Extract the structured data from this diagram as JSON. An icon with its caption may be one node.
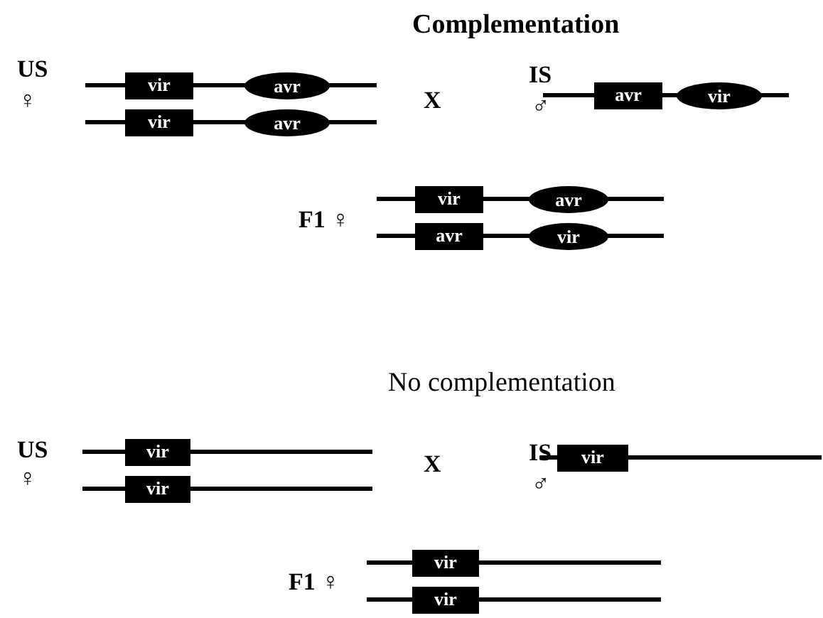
{
  "diagram": {
    "nodes": [
      {
        "text": [
          "vir"
        ]
      },
      {
        "text": [
          "avr"
        ]
      },
      {
        "text": [
          "avr"
        ]
      },
      {
        "text": [
          "vir"
        ]
      },
      {
        "text": [
          "vir"
        ]
      },
      {
        "text": [
          "avr"
        ]
      },
      {
        "text": [
          "vir"
        ]
      },
      {
        "text": [
          "avr"
        ]
      },
      {
        "text": [
          "avr"
        ]
      },
      {
        "text": [
          "vir"
        ]
      },
      {
        "text": [
          "vir"
        ]
      },
      {
        "text": [
          "vir"
        ]
      },
      {
        "text": [
          "vir"
        ]
      },
      {
        "text": [
          "vir"
        ]
      },
      {
        "text": [
          "vir"
        ]
      }
    ],
    "labels": [
      "Complementation",
      "US",
      "X",
      "IS",
      "♀",
      "♂",
      "F1 ♀",
      "No complementation",
      "US",
      "X",
      "IS",
      "♀",
      "♂",
      "F1 ♀"
    ]
  }
}
